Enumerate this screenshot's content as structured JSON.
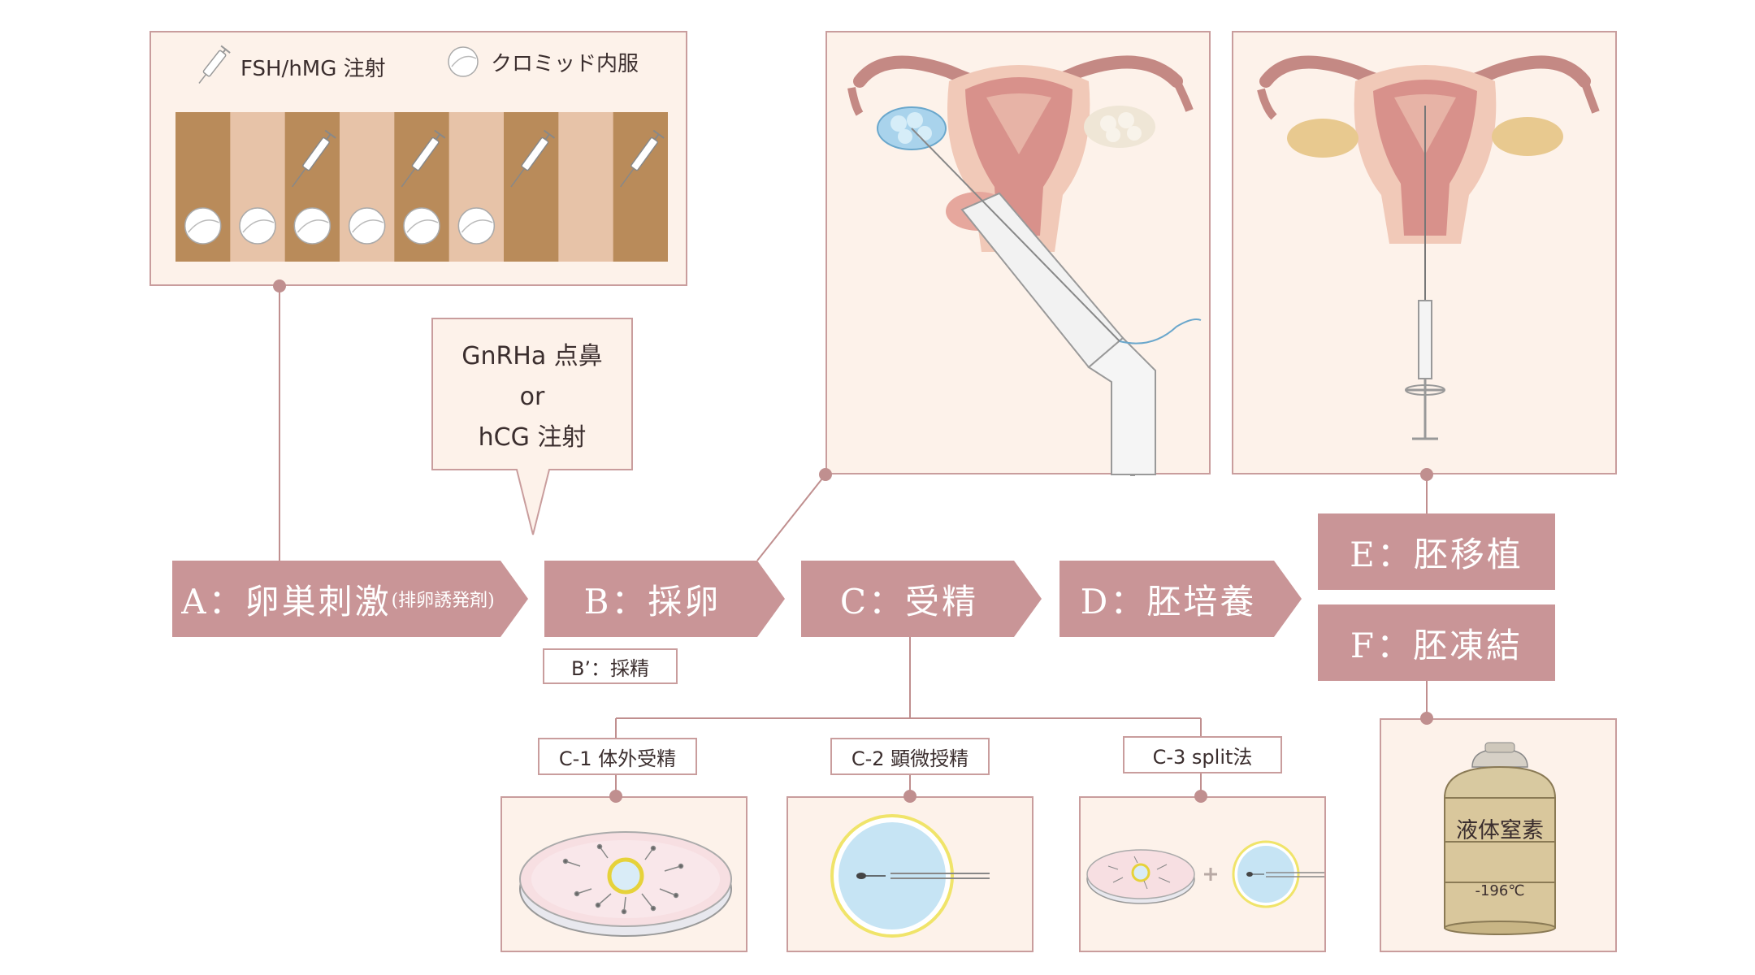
{
  "legend": {
    "injection_label": "FSH/hMG 注射",
    "pill_label": "クロミッド内服"
  },
  "calendar": {
    "days": [
      {
        "dark": true,
        "pill": true,
        "syringe": false
      },
      {
        "dark": false,
        "pill": true,
        "syringe": false
      },
      {
        "dark": true,
        "pill": true,
        "syringe": true
      },
      {
        "dark": false,
        "pill": true,
        "syringe": false
      },
      {
        "dark": true,
        "pill": true,
        "syringe": true
      },
      {
        "dark": false,
        "pill": true,
        "syringe": false
      },
      {
        "dark": true,
        "pill": false,
        "syringe": true
      },
      {
        "dark": false,
        "pill": false,
        "syringe": false
      },
      {
        "dark": true,
        "pill": false,
        "syringe": true
      }
    ]
  },
  "trigger": {
    "line1": "GnRHa 点鼻",
    "line2": "or",
    "line3": "hCG 注射"
  },
  "steps": {
    "a_main": "A：卵巣刺激",
    "a_sub": "(排卵誘発剤)",
    "b": "B：採卵",
    "b_prime": "B’：採精",
    "c": "C：受精",
    "d": "D：胚培養",
    "e": "E：胚移植",
    "f": "F：胚凍結"
  },
  "fertilization": {
    "c1": "C-1 体外受精",
    "c2": "C-2 顕微授精",
    "c3": "C-3 split法"
  },
  "freezing": {
    "tank_label": "液体窒素",
    "temperature": "-196℃"
  },
  "colors": {
    "accent": "#c99597",
    "panel_bg": "#fdf2ea",
    "border": "#c99d9d",
    "dark_stripe": "#b98b5a",
    "light_stripe": "#e7c3a8"
  }
}
